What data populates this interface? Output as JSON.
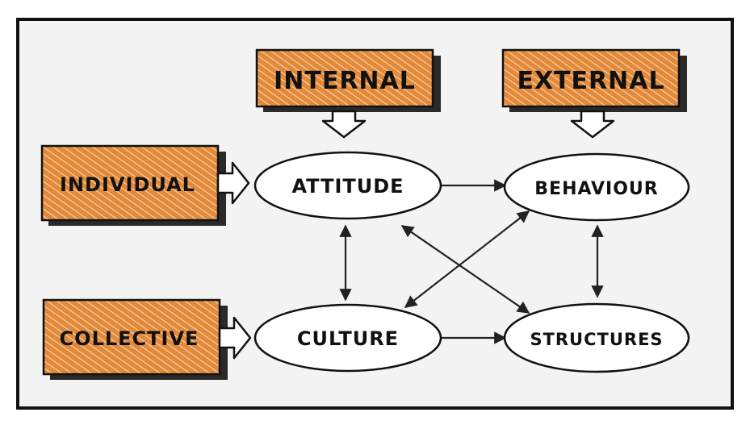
{
  "colors": {
    "frame_stroke": "#111111",
    "canvas_background": "#f3f3f3",
    "box_fill": "#e38a3a",
    "box_hatch": "#f7d3ae",
    "box_shadow": "#2a2a2a",
    "ellipse_fill": "#ffffff",
    "line": "#222222"
  },
  "dimension_labels": {
    "internal": "INTERNAL",
    "external": "EXTERNAL",
    "individual": "INDIVIDUAL",
    "collective": "COLLECTIVE"
  },
  "nodes": {
    "attitude": "ATTITUDE",
    "behaviour": "BEHAVIOUR",
    "culture": "CULTURE",
    "structures": "STRUCTURES"
  },
  "relationships": [
    {
      "from": "attitude",
      "to": "behaviour",
      "direction": "one-way"
    },
    {
      "from": "culture",
      "to": "structures",
      "direction": "one-way"
    },
    {
      "from": "attitude",
      "to": "culture",
      "direction": "two-way"
    },
    {
      "from": "behaviour",
      "to": "structures",
      "direction": "two-way"
    },
    {
      "from": "culture",
      "to": "behaviour",
      "direction": "two-way"
    },
    {
      "from": "attitude",
      "to": "structures",
      "direction": "two-way"
    }
  ]
}
